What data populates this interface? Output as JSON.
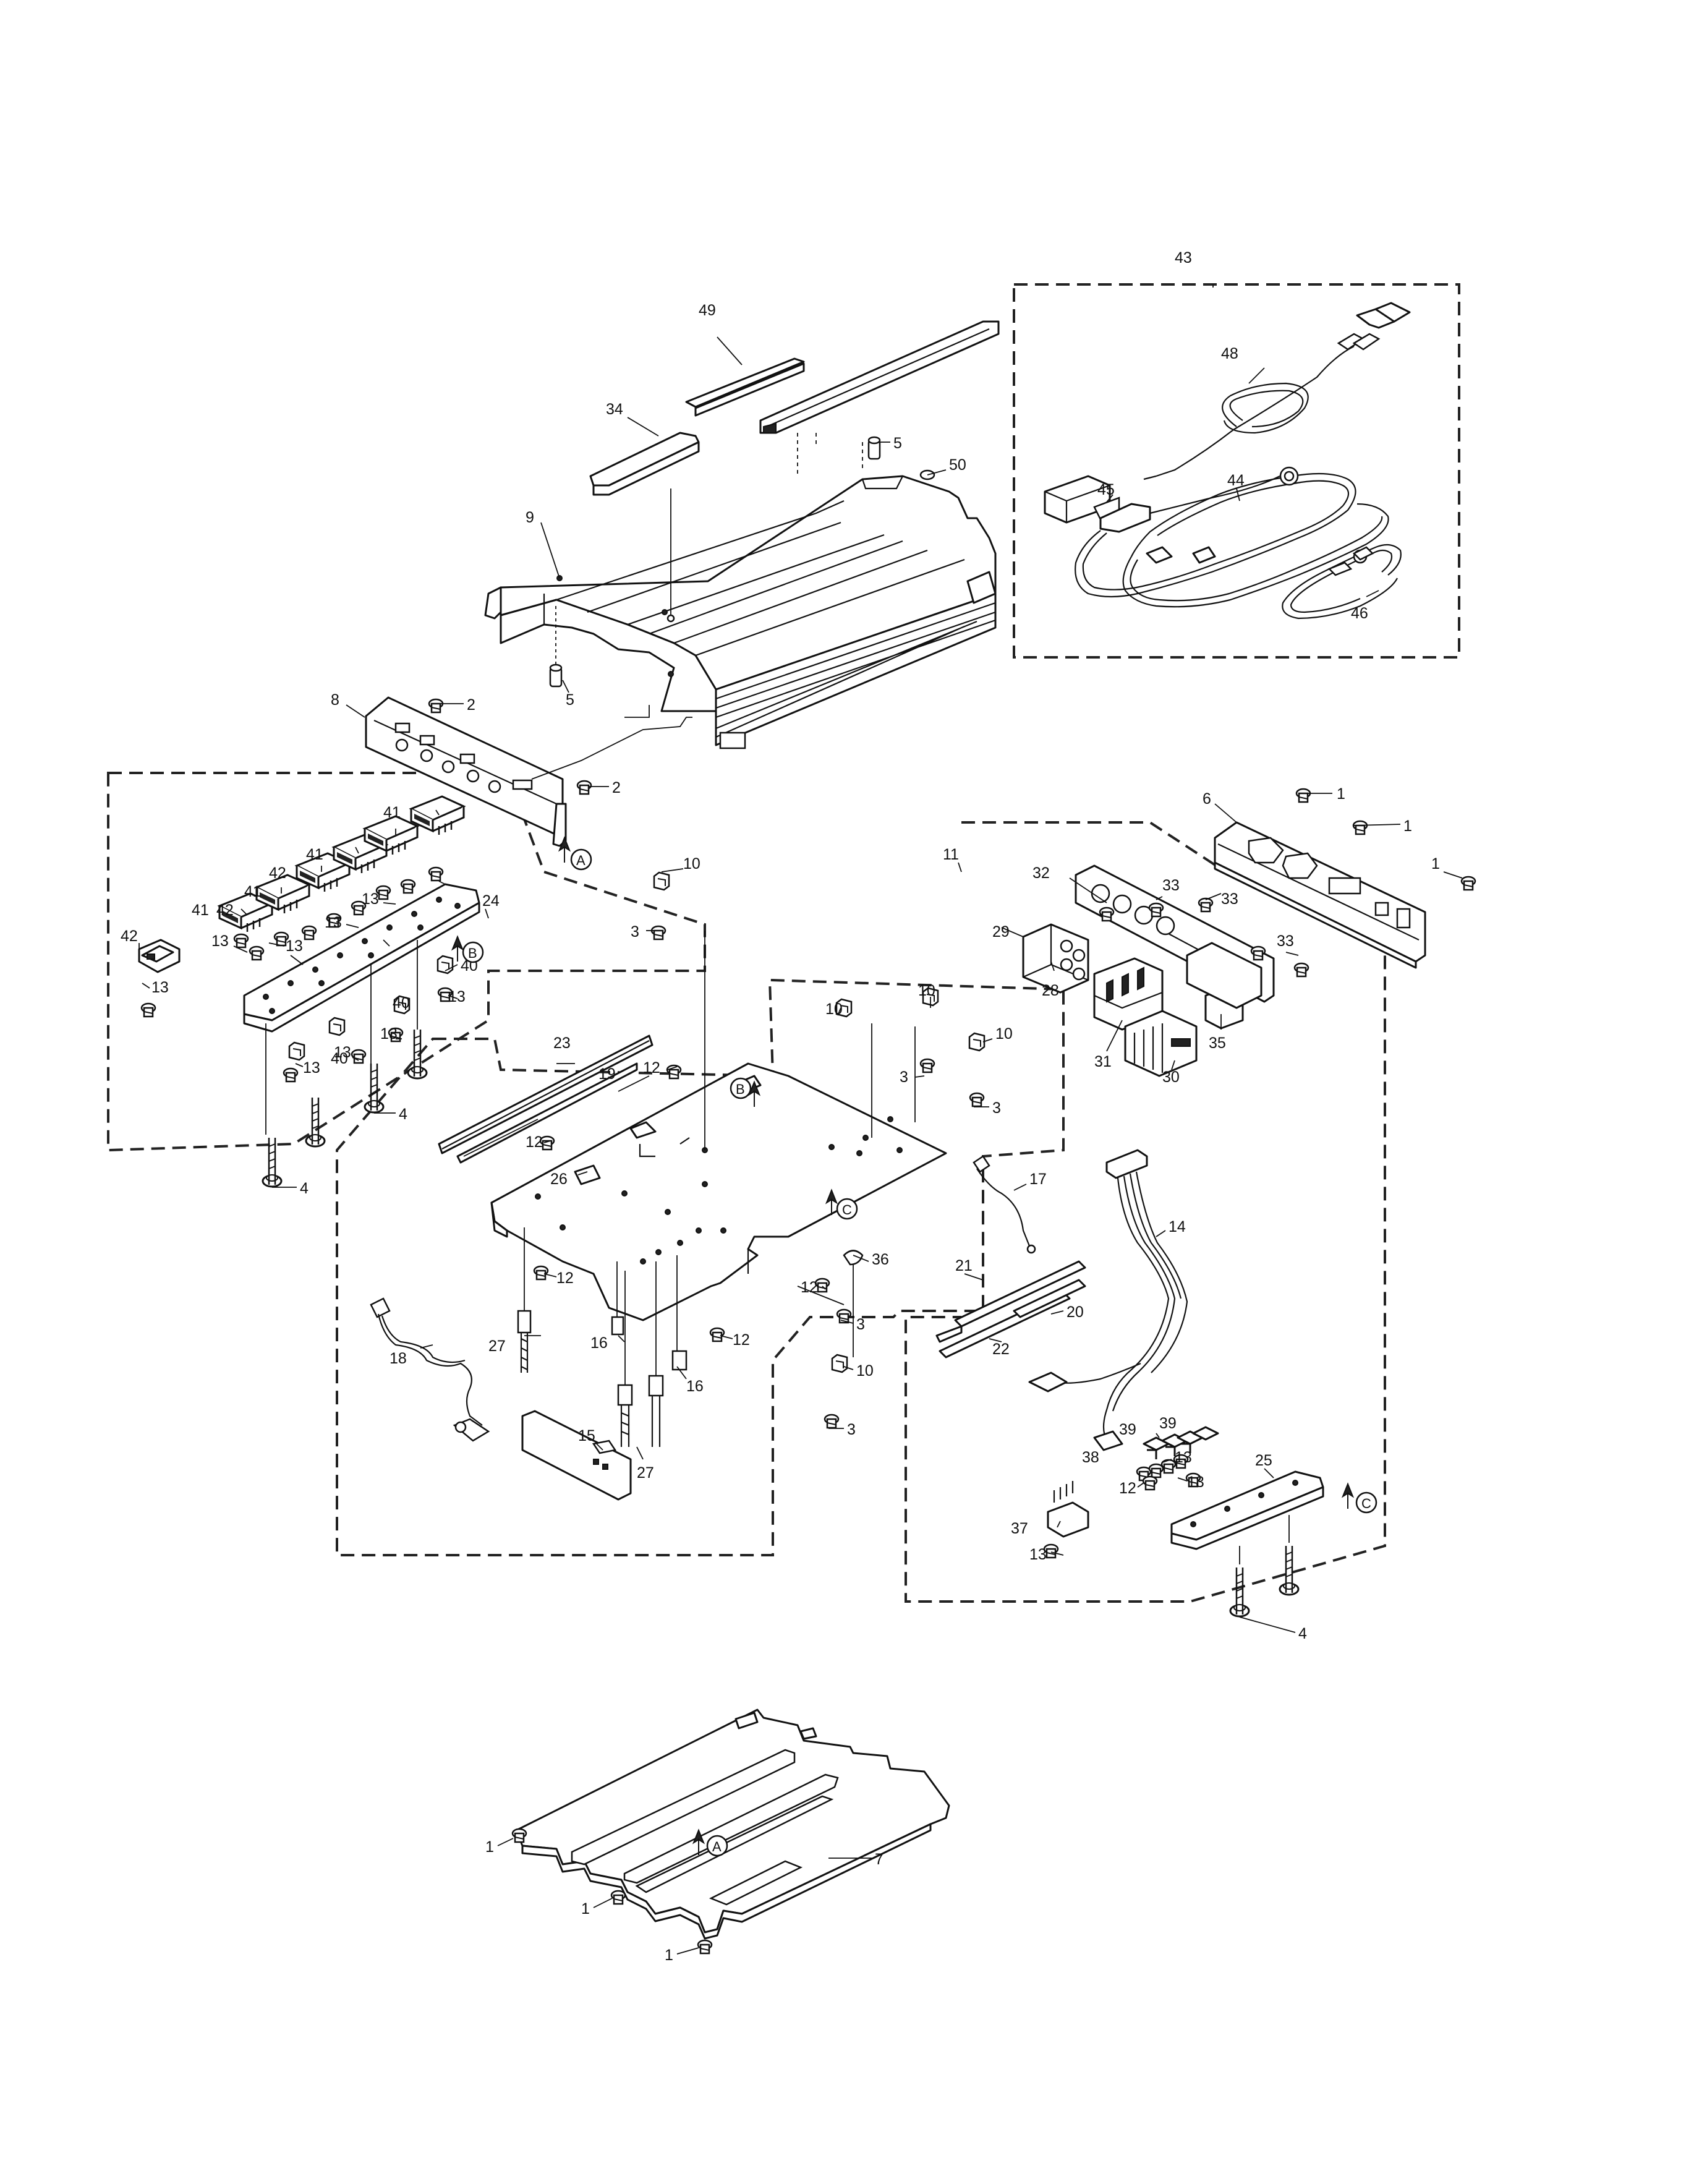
{
  "callouts": [
    {
      "id": "c1",
      "text": "1"
    },
    {
      "id": "c2",
      "text": "1"
    },
    {
      "id": "c3",
      "text": "1"
    },
    {
      "id": "c4",
      "text": "1"
    },
    {
      "id": "c5",
      "text": "1"
    },
    {
      "id": "c6",
      "text": "1"
    },
    {
      "id": "c7",
      "text": "2"
    },
    {
      "id": "c8",
      "text": "2"
    },
    {
      "id": "c9",
      "text": "3"
    },
    {
      "id": "c10",
      "text": "3"
    },
    {
      "id": "c11",
      "text": "3"
    },
    {
      "id": "c12",
      "text": "3"
    },
    {
      "id": "c13",
      "text": "3"
    },
    {
      "id": "c14",
      "text": "4"
    },
    {
      "id": "c15",
      "text": "4"
    },
    {
      "id": "c16",
      "text": "4"
    },
    {
      "id": "c17",
      "text": "5"
    },
    {
      "id": "c18",
      "text": "5"
    },
    {
      "id": "c19",
      "text": "6"
    },
    {
      "id": "c20",
      "text": "7"
    },
    {
      "id": "c21",
      "text": "8"
    },
    {
      "id": "c22",
      "text": "9"
    },
    {
      "id": "c23",
      "text": "10"
    },
    {
      "id": "c24",
      "text": "10"
    },
    {
      "id": "c25",
      "text": "10"
    },
    {
      "id": "c26",
      "text": "10"
    },
    {
      "id": "c27",
      "text": "10"
    },
    {
      "id": "c28",
      "text": "11"
    },
    {
      "id": "c29",
      "text": "12"
    },
    {
      "id": "c30",
      "text": "12"
    },
    {
      "id": "c31",
      "text": "12"
    },
    {
      "id": "c32",
      "text": "12"
    },
    {
      "id": "c33",
      "text": "12"
    },
    {
      "id": "c34",
      "text": "12"
    },
    {
      "id": "c35",
      "text": "13"
    },
    {
      "id": "c36",
      "text": "13"
    },
    {
      "id": "c37",
      "text": "13"
    },
    {
      "id": "c38",
      "text": "13"
    },
    {
      "id": "c39",
      "text": "13"
    },
    {
      "id": "c40",
      "text": "13"
    },
    {
      "id": "c41",
      "text": "13"
    },
    {
      "id": "c42",
      "text": "13"
    },
    {
      "id": "c43",
      "text": "13"
    },
    {
      "id": "c44",
      "text": "13"
    },
    {
      "id": "c45",
      "text": "13"
    },
    {
      "id": "c46",
      "text": "13"
    },
    {
      "id": "c47",
      "text": "14"
    },
    {
      "id": "c48",
      "text": "15"
    },
    {
      "id": "c49",
      "text": "16"
    },
    {
      "id": "c50",
      "text": "16"
    },
    {
      "id": "c51",
      "text": "17"
    },
    {
      "id": "c52",
      "text": "18"
    },
    {
      "id": "c53",
      "text": "19"
    },
    {
      "id": "c54",
      "text": "20"
    },
    {
      "id": "c55",
      "text": "21"
    },
    {
      "id": "c56",
      "text": "22"
    },
    {
      "id": "c57",
      "text": "23"
    },
    {
      "id": "c58",
      "text": "24"
    },
    {
      "id": "c59",
      "text": "25"
    },
    {
      "id": "c60",
      "text": "26"
    },
    {
      "id": "c61",
      "text": "27"
    },
    {
      "id": "c62",
      "text": "27"
    },
    {
      "id": "c63",
      "text": "28"
    },
    {
      "id": "c64",
      "text": "29"
    },
    {
      "id": "c65",
      "text": "30"
    },
    {
      "id": "c66",
      "text": "31"
    },
    {
      "id": "c67",
      "text": "32"
    },
    {
      "id": "c68",
      "text": "33"
    },
    {
      "id": "c69",
      "text": "33"
    },
    {
      "id": "c70",
      "text": "33"
    },
    {
      "id": "c71",
      "text": "34"
    },
    {
      "id": "c72",
      "text": "35"
    },
    {
      "id": "c73",
      "text": "36"
    },
    {
      "id": "c74",
      "text": "37"
    },
    {
      "id": "c75",
      "text": "38"
    },
    {
      "id": "c76",
      "text": "39"
    },
    {
      "id": "c77",
      "text": "39"
    },
    {
      "id": "c78",
      "text": "40"
    },
    {
      "id": "c79",
      "text": "40"
    },
    {
      "id": "c80",
      "text": "40"
    },
    {
      "id": "c81",
      "text": "41"
    },
    {
      "id": "c82",
      "text": "41"
    },
    {
      "id": "c83",
      "text": "41"
    },
    {
      "id": "c84",
      "text": "41"
    },
    {
      "id": "c85",
      "text": "42"
    },
    {
      "id": "c86",
      "text": "42"
    },
    {
      "id": "c87",
      "text": "42"
    },
    {
      "id": "c88",
      "text": "43"
    },
    {
      "id": "c89",
      "text": "44"
    },
    {
      "id": "c90",
      "text": "45"
    },
    {
      "id": "c91",
      "text": "46"
    },
    {
      "id": "c92",
      "text": "48"
    },
    {
      "id": "c93",
      "text": "49"
    },
    {
      "id": "c94",
      "text": "50"
    }
  ],
  "connectors": [
    {
      "id": "k1",
      "text": "A"
    },
    {
      "id": "k2",
      "text": "A"
    },
    {
      "id": "k3",
      "text": "B"
    },
    {
      "id": "k4",
      "text": "B"
    },
    {
      "id": "k5",
      "text": "C"
    },
    {
      "id": "k6",
      "text": "C"
    }
  ]
}
